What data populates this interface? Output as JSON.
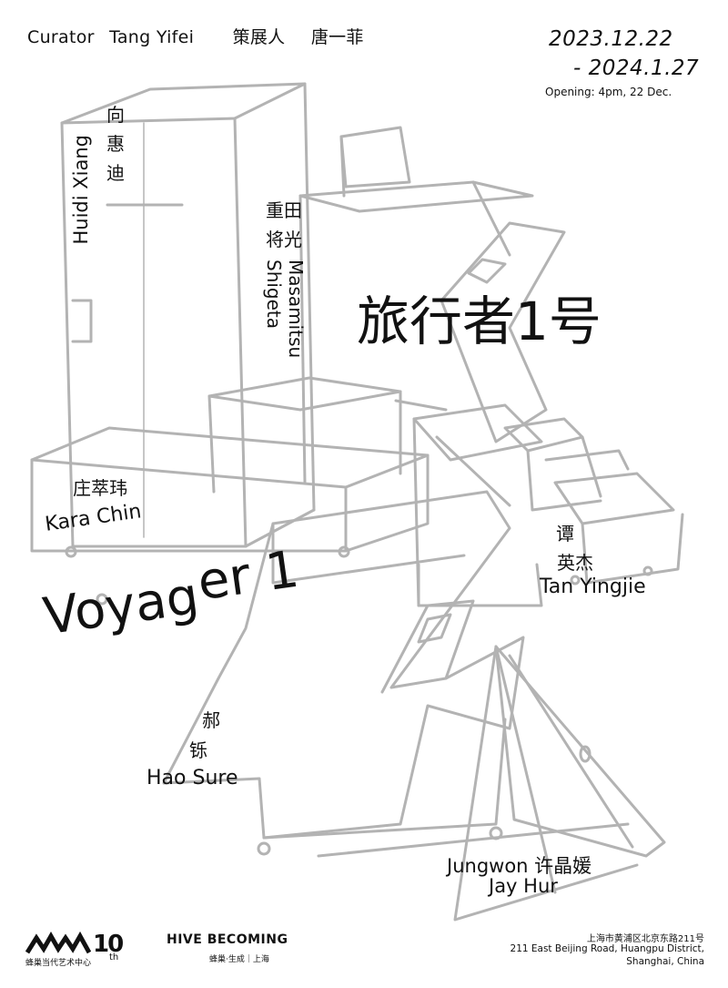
{
  "header": {
    "curator_label": "Curator",
    "curator_name_en": "Tang Yifei",
    "curator_label_cn": "策展人",
    "curator_name_cn": "唐一菲",
    "date_start": "2023.12.22",
    "date_end": "- 2024.1.27",
    "opening": "Opening: 4pm, 22 Dec."
  },
  "title": {
    "cn": "旅行者1号",
    "en_part1": "Voyag",
    "en_part2": "er 1"
  },
  "artists": {
    "huidi": {
      "cn": [
        "向",
        "惠",
        "迪"
      ],
      "en": "Huidi Xiang"
    },
    "shigeta": {
      "cn": [
        "重田",
        "将光"
      ],
      "en_line1": "Masamitsu",
      "en_line2": "Shigeta"
    },
    "kara": {
      "cn": "庄萃玮",
      "en": "Kara Chin"
    },
    "tan": {
      "cn": [
        "谭",
        "英杰"
      ],
      "en": "Tan Yingjie"
    },
    "hao": {
      "cn": [
        "郝",
        "铄"
      ],
      "en": "Hao Sure"
    },
    "jungwon": {
      "line1": "Jungwon 许晶媛",
      "line2": "Jay Hur"
    }
  },
  "footer": {
    "logo_cn": "蜂巢当代艺术中心",
    "anniversary": "10",
    "anniversary_suffix": "th",
    "hive_title": "HIVE BECOMING",
    "hive_sub": "蜂巢·生成｜上海",
    "address_cn": "上海市黄浦区北京东路211号",
    "address_en1": "211 East Beijing Road, Huangpu District,",
    "address_en2": "Shanghai, China"
  },
  "colors": {
    "sketch": "#b3b3b3",
    "ink": "#111111"
  },
  "icons": [
    "hive-logo-icon"
  ]
}
